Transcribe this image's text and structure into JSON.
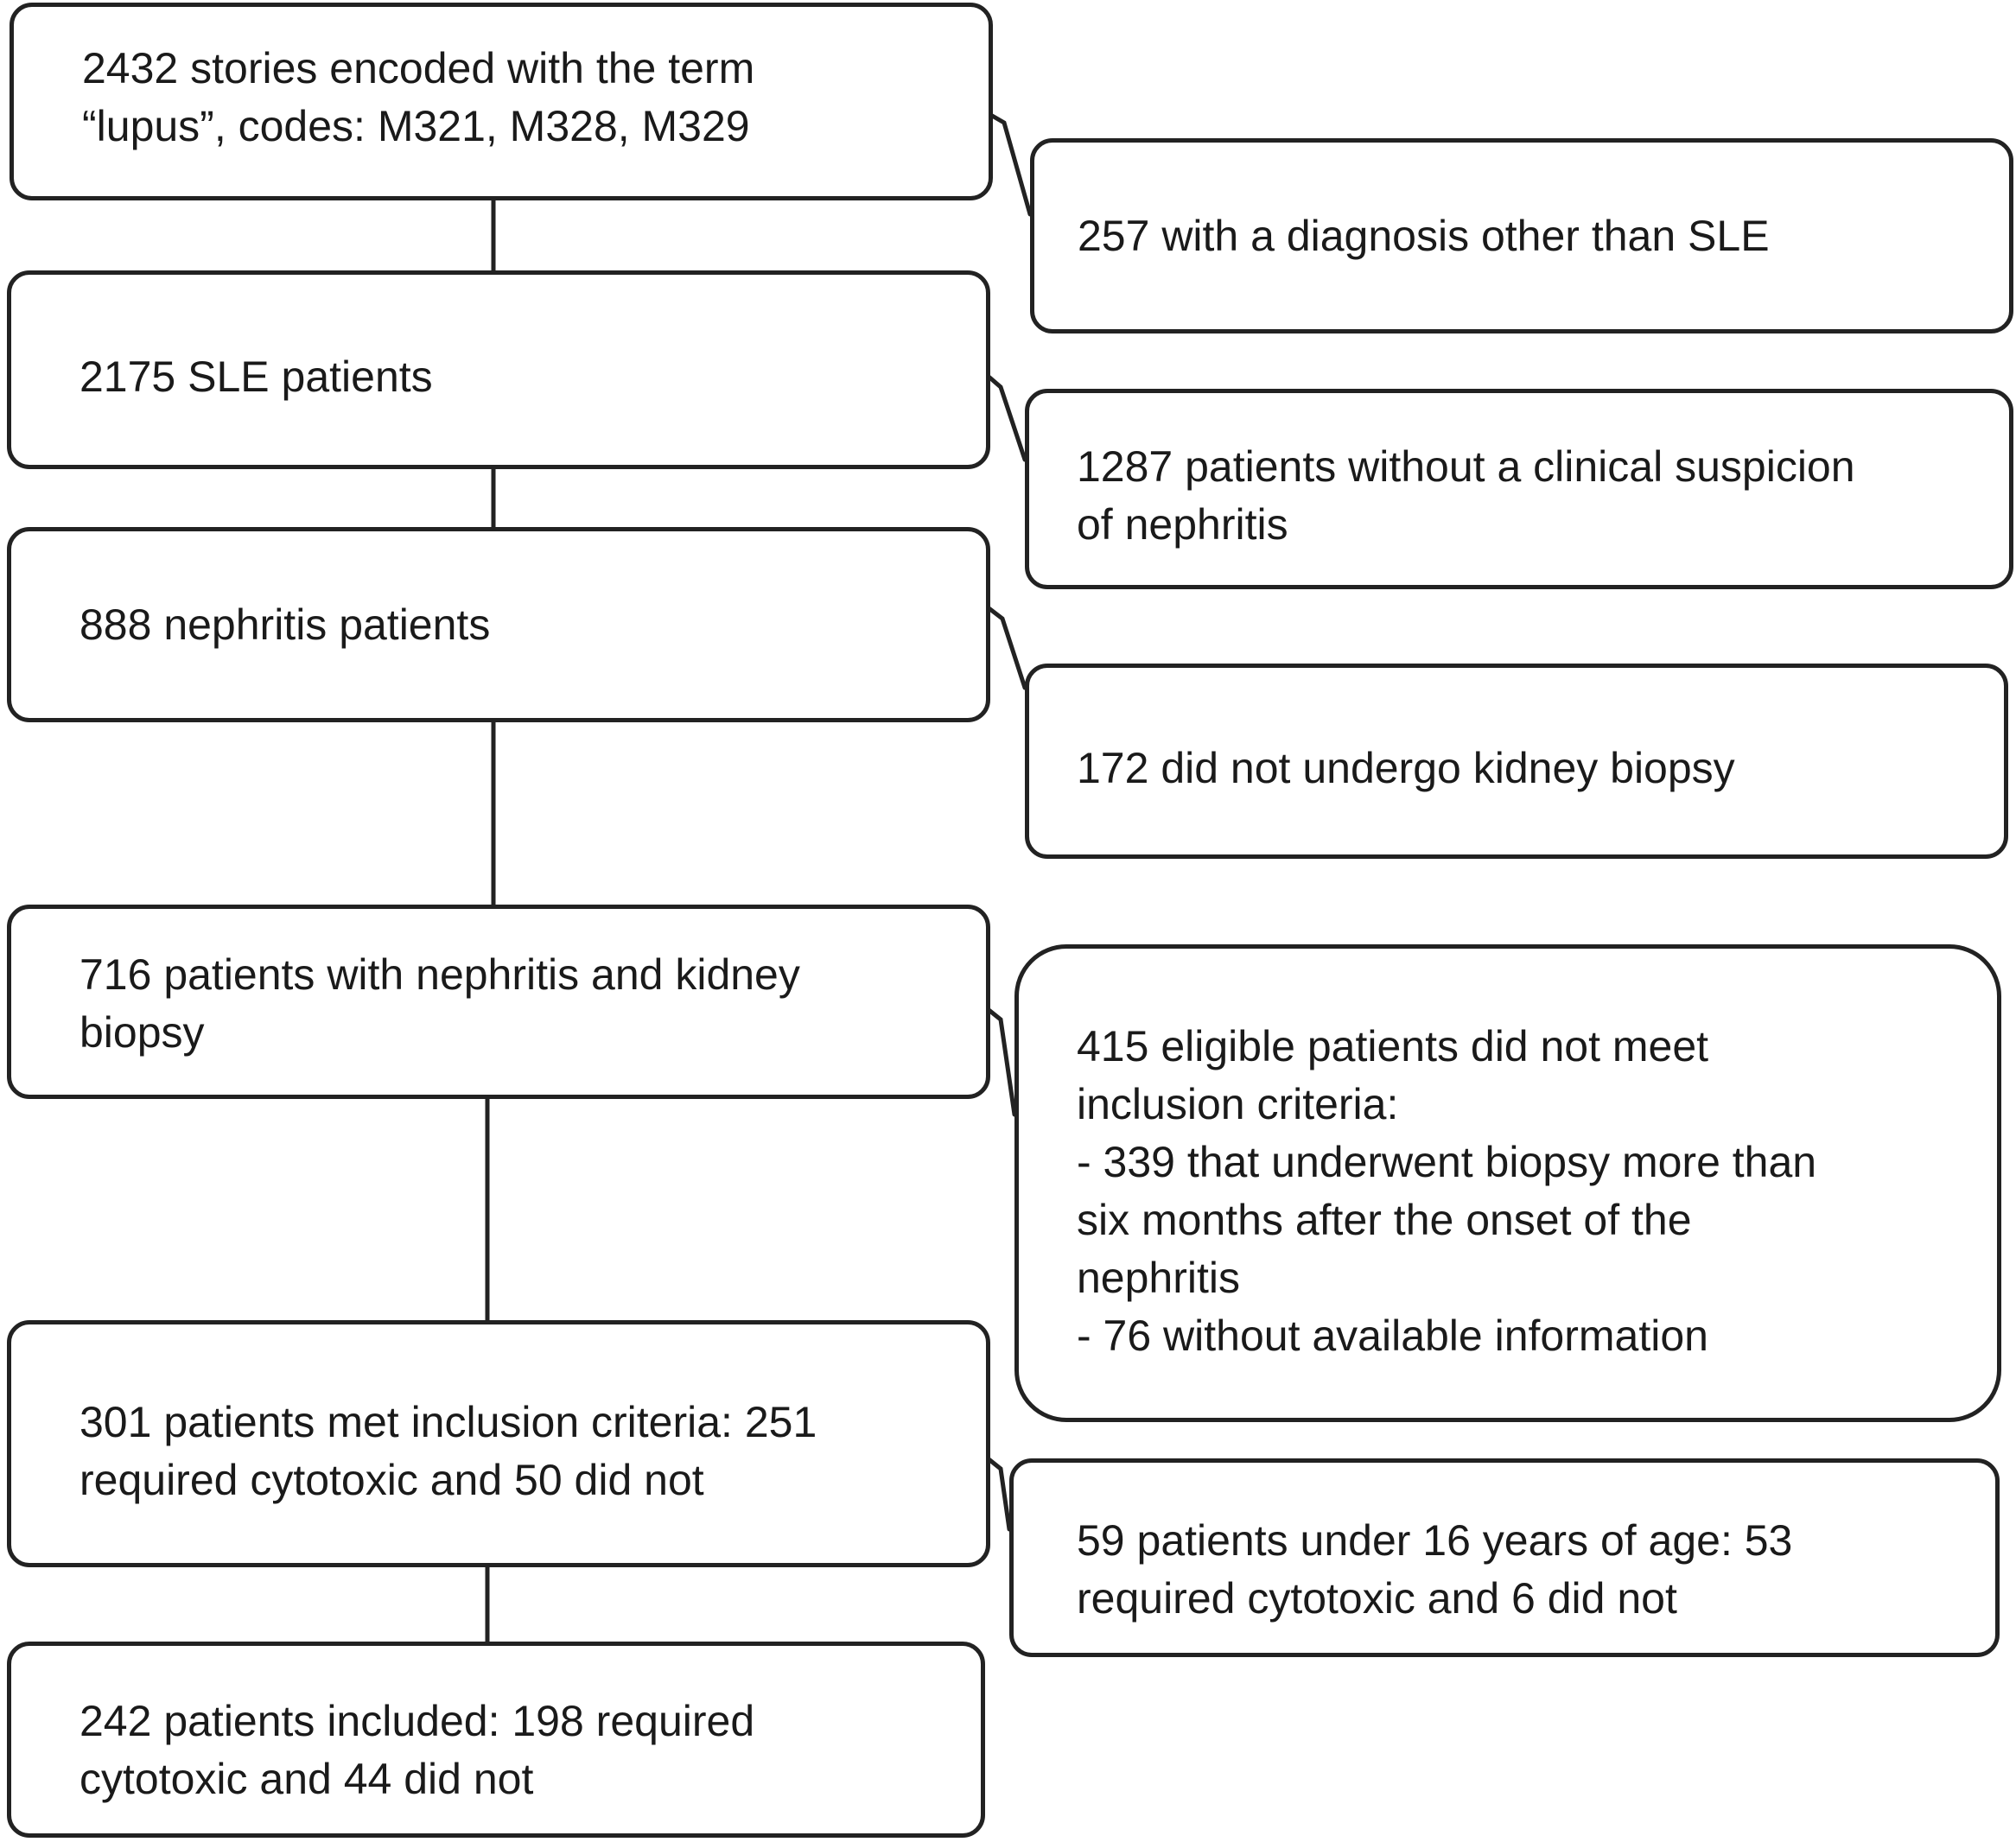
{
  "flowchart": {
    "main_steps": [
      {
        "id": "step-records",
        "lines": [
          "2432 stories encoded with the term",
          "“lupus”, codes: M321, M328, M329"
        ]
      },
      {
        "id": "step-sle",
        "lines": [
          "2175 SLE patients"
        ]
      },
      {
        "id": "step-nephritis",
        "lines": [
          "888 nephritis patients"
        ]
      },
      {
        "id": "step-biopsy",
        "lines": [
          "716 patients with nephritis and kidney",
          "biopsy"
        ]
      },
      {
        "id": "step-criteria",
        "lines": [
          "301 patients met inclusion criteria: 251",
          "required cytotoxic and 50 did not"
        ]
      },
      {
        "id": "step-included",
        "lines": [
          "242 patients included: 198 required",
          "cytotoxic and 44 did not"
        ]
      }
    ],
    "exclusions": [
      {
        "id": "excl-other-dx",
        "lines": [
          "257 with a diagnosis other than SLE"
        ]
      },
      {
        "id": "excl-no-suspicion",
        "lines": [
          "1287 patients without a clinical suspicion",
          "of nephritis"
        ]
      },
      {
        "id": "excl-no-biopsy",
        "lines": [
          "172 did not undergo kidney biopsy"
        ]
      },
      {
        "id": "excl-not-eligible",
        "lines": [
          "415 eligible patients did not meet",
          "inclusion criteria:",
          "- 339 that underwent biopsy more than",
          "six months after the onset of the",
          "nephritis",
          "- 76 without available information"
        ]
      },
      {
        "id": "excl-under-16",
        "lines": [
          "59 patients under 16 years of age: 53",
          "required cytotoxic and 6 did not"
        ]
      }
    ]
  }
}
